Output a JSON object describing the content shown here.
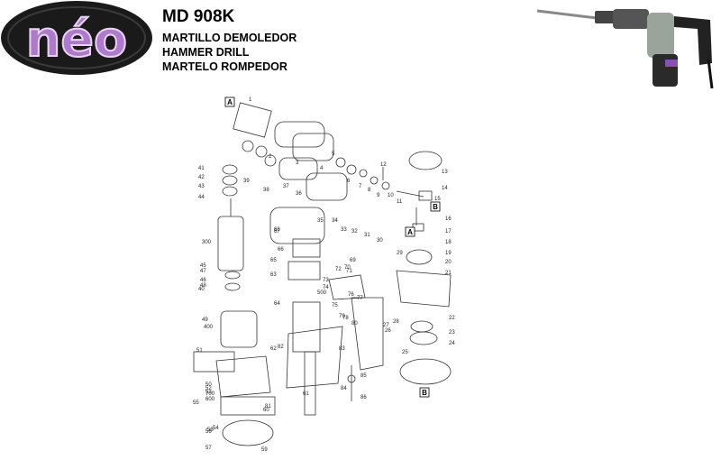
{
  "brand": {
    "logo_text": "néo"
  },
  "header": {
    "model": "MD 908K",
    "names": [
      "MARTILLO DEMOLEDOR",
      "HAMMER DRILL",
      "MARTELO ROMPEDOR"
    ]
  },
  "diagram": {
    "part_labels": [
      "1",
      "2",
      "3",
      "4",
      "5",
      "6",
      "7",
      "8",
      "9",
      "10",
      "11",
      "12",
      "13",
      "14",
      "15",
      "16",
      "17",
      "18",
      "19",
      "20",
      "21",
      "22",
      "23",
      "24",
      "25",
      "26",
      "27",
      "28",
      "29",
      "30",
      "31",
      "32",
      "33",
      "34",
      "35",
      "36",
      "37",
      "38",
      "39",
      "40",
      "41",
      "42",
      "43",
      "44",
      "45",
      "46",
      "47",
      "48",
      "49",
      "50",
      "51",
      "52",
      "53",
      "54",
      "55",
      "56",
      "57",
      "58",
      "59",
      "60",
      "61",
      "62",
      "63",
      "64",
      "65",
      "66",
      "67",
      "68",
      "69",
      "70",
      "71",
      "72",
      "73",
      "74",
      "75",
      "76",
      "77",
      "78",
      "79",
      "80",
      "81",
      "82",
      "83",
      "84",
      "85",
      "86",
      "300",
      "400",
      "500",
      "600",
      "700"
    ],
    "markers": [
      "A",
      "A",
      "B",
      "B"
    ]
  }
}
